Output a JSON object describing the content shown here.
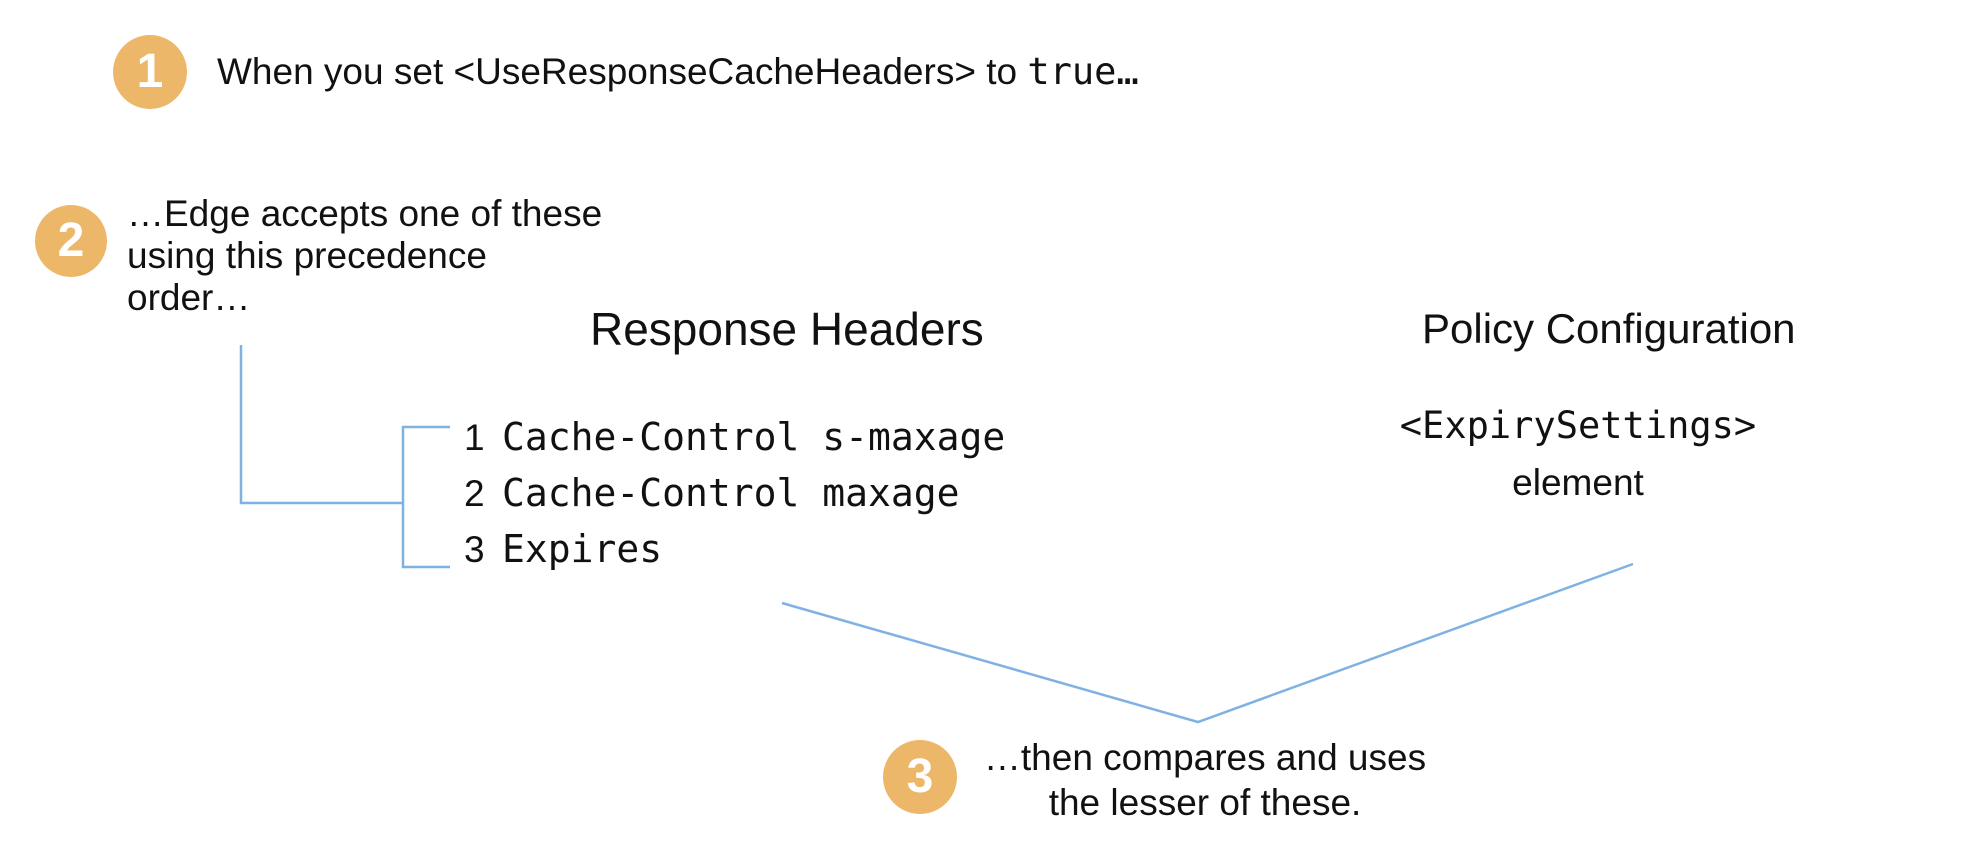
{
  "diagram": {
    "colors": {
      "badge_orange": "#ECB768",
      "connector_blue": "#7FB2E1",
      "text": "#111111",
      "background": "#ffffff"
    },
    "steps": {
      "step1": {
        "number": "1",
        "text_prefix": "When you set <UseResponseCacheHeaders> to ",
        "code_value": "true",
        "ellipsis": "…"
      },
      "step2": {
        "number": "2",
        "line1": "…Edge accepts one of these",
        "line2": "using this precedence",
        "line3": "order…"
      },
      "step3": {
        "number": "3",
        "line1": "…then compares and uses",
        "line2": "the lesser of these."
      }
    },
    "columns": {
      "response_headers": {
        "title": "Response Headers",
        "items": [
          {
            "rank": "1",
            "value": "Cache-Control s-maxage"
          },
          {
            "rank": "2",
            "value": "Cache-Control maxage"
          },
          {
            "rank": "3",
            "value": "Expires"
          }
        ]
      },
      "policy_configuration": {
        "title": "Policy Configuration",
        "tag": "<ExpirySettings>",
        "label": "element"
      }
    }
  }
}
